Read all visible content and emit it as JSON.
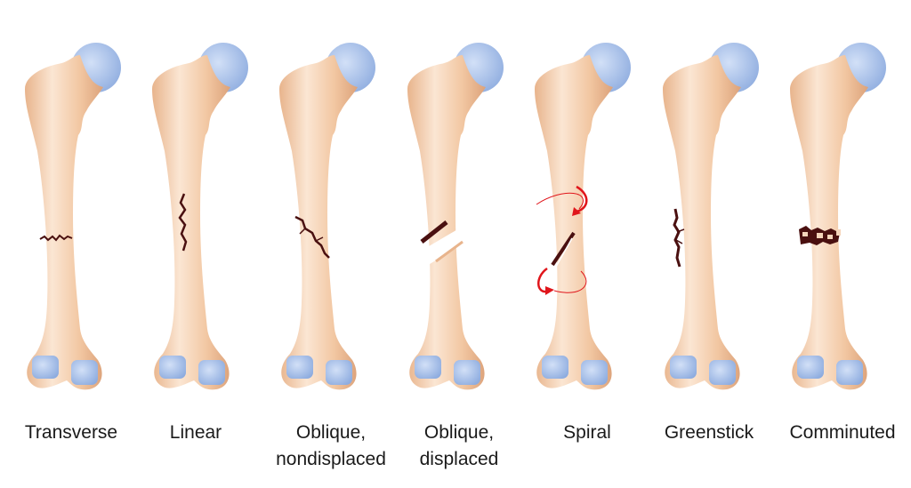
{
  "colors": {
    "bone": "#f2c9a5",
    "cartilage": "#a9c3ea",
    "crack": "#4a1010",
    "arrow": "#e0151b"
  },
  "fractures": [
    {
      "type": "transverse",
      "label": "Transverse",
      "label2": ""
    },
    {
      "type": "linear",
      "label": "Linear",
      "label2": ""
    },
    {
      "type": "oblique-nd",
      "label": "Oblique,",
      "label2": "nondisplaced"
    },
    {
      "type": "oblique-d",
      "label": "Oblique,",
      "label2": "displaced"
    },
    {
      "type": "spiral",
      "label": "Spiral",
      "label2": ""
    },
    {
      "type": "greenstick",
      "label": "Greenstick",
      "label2": ""
    },
    {
      "type": "comminuted",
      "label": "Comminuted",
      "label2": ""
    }
  ]
}
